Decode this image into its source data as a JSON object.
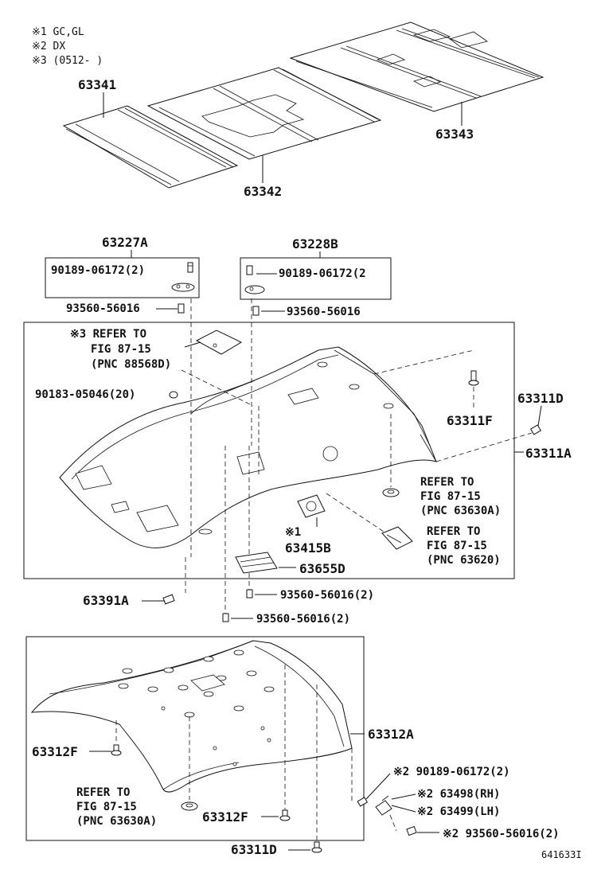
{
  "notes": {
    "n1": "※1 GC,GL",
    "n2": "※2 DX",
    "n3": "※3 (0512-     )"
  },
  "parts": {
    "p63341": "63341",
    "p63342": "63342",
    "p63343": "63343",
    "p63227A": "63227A",
    "p63228B": "63228B",
    "bolt_left_kit": "90189-06172(2)",
    "bolt_right_kit": "90189-06172(2",
    "clip_left_kit": "93560-56016",
    "clip_right_kit": "93560-56016",
    "refer1_a": "※3 REFER TO",
    "refer1_b": "FIG 87-15",
    "refer1_c": "(PNC 88568D)",
    "p90183": "90183-05046(20)",
    "p63311F": "63311F",
    "p63311D_top": "63311D",
    "p63311A": "63311A",
    "refer2_a": "REFER TO",
    "refer2_b": "FIG 87-15",
    "refer2_c": "(PNC 63630A)",
    "p63415B_mark": "※1",
    "p63415B": "63415B",
    "refer3_a": "REFER TO",
    "refer3_b": "FIG 87-15",
    "refer3_c": "(PNC 63620)",
    "p63655D": "63655D",
    "p63391A": "63391A",
    "clip_mid1": "93560-56016(2)",
    "clip_mid2": "93560-56016(2)",
    "p63312A": "63312A",
    "p63312F_left": "63312F",
    "p63312F_mid": "63312F",
    "refer4_a": "REFER TO",
    "refer4_b": "FIG 87-15",
    "refer4_c": "(PNC 63630A)",
    "p63311D_bottom": "63311D",
    "bolt_bottom": "※2 90189-06172(2)",
    "p63498": "※2 63498(RH)",
    "p63499": "※2 63499(LH)",
    "clip_bottom": "※2 93560-56016(2)"
  },
  "figure_id": "641633I"
}
